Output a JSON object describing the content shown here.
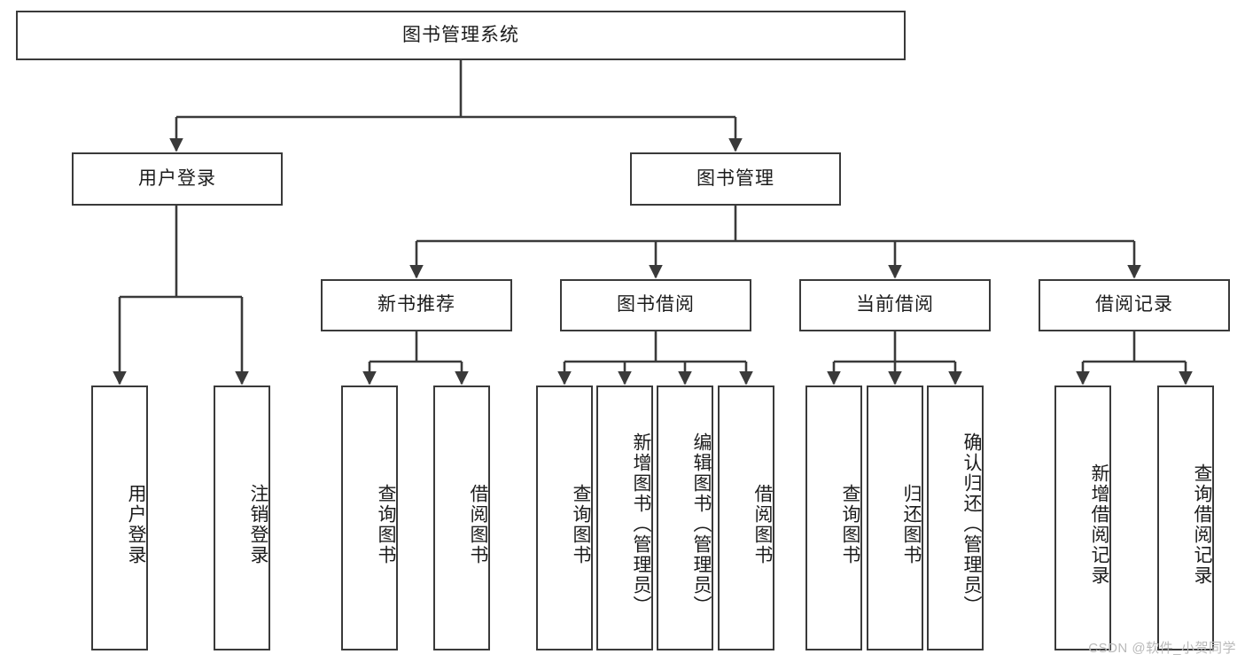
{
  "diagram": {
    "title": "图书管理系统",
    "type": "tree-hierarchy-diagram",
    "colors": {
      "box_border": "#3a3a3a",
      "box_fill": "#ffffff",
      "edge": "#3a3a3a",
      "text": "#1c1c1c",
      "watermark": "#b9b9b9",
      "background": "#ffffff"
    },
    "nodes": {
      "root": {
        "label": "图书管理系统",
        "orientation": "horizontal"
      },
      "level2": [
        {
          "id": "user-login",
          "label": "用户登录",
          "orientation": "horizontal"
        },
        {
          "id": "book-management",
          "label": "图书管理",
          "orientation": "horizontal"
        }
      ],
      "level3": [
        {
          "id": "new-book-recommend",
          "label": "新书推荐",
          "orientation": "horizontal"
        },
        {
          "id": "book-borrow",
          "label": "图书借阅",
          "orientation": "horizontal"
        },
        {
          "id": "current-borrow",
          "label": "当前借阅",
          "orientation": "horizontal"
        },
        {
          "id": "borrow-record",
          "label": "借阅记录",
          "orientation": "horizontal"
        }
      ],
      "leaves": [
        {
          "id": "leaf-user-login",
          "label": "用户登录",
          "parent": "user-login",
          "orientation": "vertical"
        },
        {
          "id": "leaf-logout-login",
          "label": "注销登录",
          "parent": "user-login",
          "orientation": "vertical"
        },
        {
          "id": "leaf-query-book-1",
          "label": "查询图书",
          "parent": "new-book-recommend",
          "orientation": "vertical"
        },
        {
          "id": "leaf-borrow-book-1",
          "label": "借阅图书",
          "parent": "new-book-recommend",
          "orientation": "vertical"
        },
        {
          "id": "leaf-query-book-2",
          "label": "查询图书",
          "parent": "book-borrow",
          "orientation": "vertical"
        },
        {
          "id": "leaf-add-book",
          "label": "新增图书（管理员）",
          "parent": "book-borrow",
          "orientation": "vertical"
        },
        {
          "id": "leaf-edit-book",
          "label": "编辑图书（管理员）",
          "parent": "book-borrow",
          "orientation": "vertical"
        },
        {
          "id": "leaf-borrow-book-2",
          "label": "借阅图书",
          "parent": "book-borrow",
          "orientation": "vertical"
        },
        {
          "id": "leaf-query-book-3",
          "label": "查询图书",
          "parent": "current-borrow",
          "orientation": "vertical"
        },
        {
          "id": "leaf-return-book",
          "label": "归还图书",
          "parent": "current-borrow",
          "orientation": "vertical"
        },
        {
          "id": "leaf-confirm-return",
          "label": "确认归还（管理员）",
          "parent": "current-borrow",
          "orientation": "vertical"
        },
        {
          "id": "leaf-add-record",
          "label": "新增借阅记录",
          "parent": "borrow-record",
          "orientation": "vertical"
        },
        {
          "id": "leaf-query-record",
          "label": "查询借阅记录",
          "parent": "borrow-record",
          "orientation": "vertical"
        }
      ]
    },
    "watermark": "CSDN @软件_小贺同学"
  }
}
